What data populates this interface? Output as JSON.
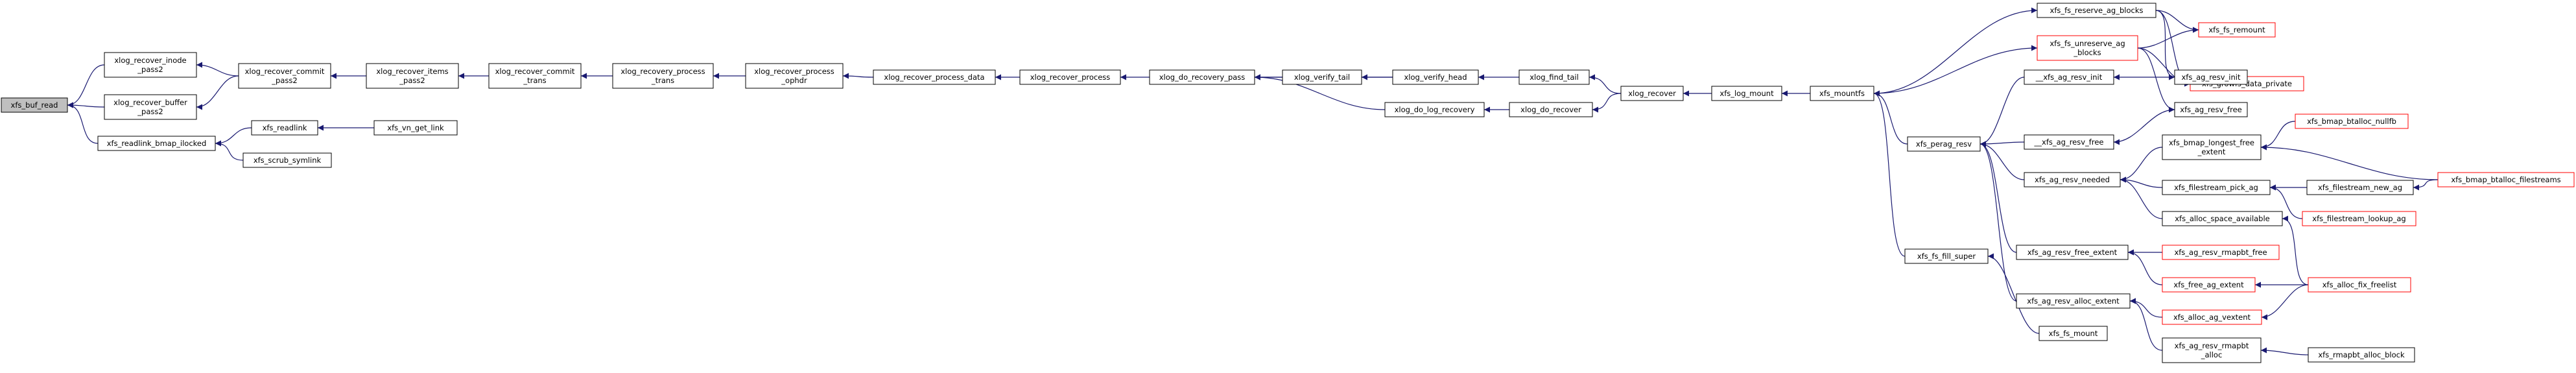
{
  "graph": {
    "nodes": [
      {
        "id": "xfs_buf_read",
        "lines": [
          "xfs_buf_read"
        ],
        "root": true
      },
      {
        "id": "xlog_recover_inode_pass2",
        "lines": [
          "xlog_recover_inode",
          "_pass2"
        ]
      },
      {
        "id": "xlog_recover_buffer_pass2",
        "lines": [
          "xlog_recover_buffer",
          "_pass2"
        ]
      },
      {
        "id": "xfs_readlink_bmap_ilocked",
        "lines": [
          "xfs_readlink_bmap_ilocked"
        ]
      },
      {
        "id": "xlog_recover_commit_pass2",
        "lines": [
          "xlog_recover_commit",
          "_pass2"
        ]
      },
      {
        "id": "xfs_readlink",
        "lines": [
          "xfs_readlink"
        ]
      },
      {
        "id": "xfs_scrub_symlink",
        "lines": [
          "xfs_scrub_symlink"
        ]
      },
      {
        "id": "xlog_recover_items_pass2",
        "lines": [
          "xlog_recover_items",
          "_pass2"
        ]
      },
      {
        "id": "xfs_vn_get_link",
        "lines": [
          "xfs_vn_get_link"
        ]
      },
      {
        "id": "xlog_recover_commit_trans",
        "lines": [
          "xlog_recover_commit",
          "_trans"
        ]
      },
      {
        "id": "xlog_recovery_process_trans",
        "lines": [
          "xlog_recovery_process",
          "_trans"
        ]
      },
      {
        "id": "xlog_recover_process_ophdr",
        "lines": [
          "xlog_recover_process",
          "_ophdr"
        ]
      },
      {
        "id": "xlog_recover_process_data",
        "lines": [
          "xlog_recover_process_data"
        ]
      },
      {
        "id": "xlog_recover_process",
        "lines": [
          "xlog_recover_process"
        ]
      },
      {
        "id": "xlog_do_recovery_pass",
        "lines": [
          "xlog_do_recovery_pass"
        ]
      },
      {
        "id": "xlog_verify_tail",
        "lines": [
          "xlog_verify_tail"
        ]
      },
      {
        "id": "xlog_verify_head",
        "lines": [
          "xlog_verify_head"
        ]
      },
      {
        "id": "xlog_do_log_recovery",
        "lines": [
          "xlog_do_log_recovery"
        ]
      },
      {
        "id": "xlog_find_tail",
        "lines": [
          "xlog_find_tail"
        ]
      },
      {
        "id": "xlog_do_recover",
        "lines": [
          "xlog_do_recover"
        ]
      },
      {
        "id": "xlog_recover",
        "lines": [
          "xlog_recover"
        ]
      },
      {
        "id": "xfs_log_mount",
        "lines": [
          "xfs_log_mount"
        ]
      },
      {
        "id": "xfs_mountfs",
        "lines": [
          "xfs_mountfs"
        ]
      },
      {
        "id": "xfs_fs_reserve_ag_blocks",
        "lines": [
          "xfs_fs_reserve_ag_blocks"
        ]
      },
      {
        "id": "xfs_fs_remount",
        "lines": [
          "xfs_fs_remount"
        ],
        "red": true
      },
      {
        "id": "xfs_fs_unreserve_ag_blocks",
        "lines": [
          "xfs_fs_unreserve_ag",
          "_blocks"
        ],
        "red": true
      },
      {
        "id": "xfs_growfs_data_private",
        "lines": [
          "xfs_growfs_data_private"
        ],
        "red": true
      },
      {
        "id": "__xfs_ag_resv_init",
        "lines": [
          "__xfs_ag_resv_init"
        ]
      },
      {
        "id": "xfs_ag_resv_init",
        "lines": [
          "xfs_ag_resv_init"
        ]
      },
      {
        "id": "xfs_perag_resv",
        "lines": [
          "xfs_perag_resv"
        ]
      },
      {
        "id": "__xfs_ag_resv_free",
        "lines": [
          "__xfs_ag_resv_free"
        ]
      },
      {
        "id": "xfs_ag_resv_free",
        "lines": [
          "xfs_ag_resv_free"
        ]
      },
      {
        "id": "xfs_ag_resv_needed",
        "lines": [
          "xfs_ag_resv_needed"
        ]
      },
      {
        "id": "xfs_bmap_longest_free_extent",
        "lines": [
          "xfs_bmap_longest_free",
          "_extent"
        ]
      },
      {
        "id": "xfs_bmap_btalloc_nullfb",
        "lines": [
          "xfs_bmap_btalloc_nullfb"
        ],
        "red": true
      },
      {
        "id": "xfs_bmap_btalloc_filestreams",
        "lines": [
          "xfs_bmap_btalloc_filestreams"
        ],
        "red": true
      },
      {
        "id": "xfs_filestream_pick_ag",
        "lines": [
          "xfs_filestream_pick_ag"
        ]
      },
      {
        "id": "xfs_filestream_new_ag",
        "lines": [
          "xfs_filestream_new_ag"
        ]
      },
      {
        "id": "xfs_filestream_lookup_ag",
        "lines": [
          "xfs_filestream_lookup_ag"
        ],
        "red": true
      },
      {
        "id": "xfs_alloc_space_available",
        "lines": [
          "xfs_alloc_space_available"
        ]
      },
      {
        "id": "xfs_fs_fill_super",
        "lines": [
          "xfs_fs_fill_super"
        ]
      },
      {
        "id": "xfs_ag_resv_free_extent",
        "lines": [
          "xfs_ag_resv_free_extent"
        ]
      },
      {
        "id": "xfs_ag_resv_rmapbt_free",
        "lines": [
          "xfs_ag_resv_rmapbt_free"
        ],
        "red": true
      },
      {
        "id": "xfs_free_ag_extent",
        "lines": [
          "xfs_free_ag_extent"
        ],
        "red": true
      },
      {
        "id": "xfs_alloc_fix_freelist",
        "lines": [
          "xfs_alloc_fix_freelist"
        ],
        "red": true
      },
      {
        "id": "xfs_ag_resv_alloc_extent",
        "lines": [
          "xfs_ag_resv_alloc_extent"
        ]
      },
      {
        "id": "xfs_alloc_ag_vextent",
        "lines": [
          "xfs_alloc_ag_vextent"
        ],
        "red": true
      },
      {
        "id": "xfs_fs_mount",
        "lines": [
          "xfs_fs_mount"
        ]
      },
      {
        "id": "xfs_ag_resv_rmapbt_alloc",
        "lines": [
          "xfs_ag_resv_rmapbt",
          "_alloc"
        ]
      },
      {
        "id": "xfs_rmapbt_alloc_block",
        "lines": [
          "xfs_rmapbt_alloc_block"
        ]
      }
    ],
    "edges": [
      [
        "xlog_recover_inode_pass2",
        "xfs_buf_read"
      ],
      [
        "xlog_recover_buffer_pass2",
        "xfs_buf_read"
      ],
      [
        "xfs_readlink_bmap_ilocked",
        "xfs_buf_read"
      ],
      [
        "xlog_recover_commit_pass2",
        "xlog_recover_inode_pass2"
      ],
      [
        "xlog_recover_commit_pass2",
        "xlog_recover_buffer_pass2"
      ],
      [
        "xfs_readlink",
        "xfs_readlink_bmap_ilocked"
      ],
      [
        "xfs_scrub_symlink",
        "xfs_readlink_bmap_ilocked"
      ],
      [
        "xlog_recover_items_pass2",
        "xlog_recover_commit_pass2"
      ],
      [
        "xfs_vn_get_link",
        "xfs_readlink"
      ],
      [
        "xlog_recover_commit_trans",
        "xlog_recover_items_pass2"
      ],
      [
        "xlog_recovery_process_trans",
        "xlog_recover_commit_trans"
      ],
      [
        "xlog_recover_process_ophdr",
        "xlog_recovery_process_trans"
      ],
      [
        "xlog_recover_process_data",
        "xlog_recover_process_ophdr"
      ],
      [
        "xlog_recover_process",
        "xlog_recover_process_data"
      ],
      [
        "xlog_do_recovery_pass",
        "xlog_recover_process"
      ],
      [
        "xlog_verify_tail",
        "xlog_do_recovery_pass"
      ],
      [
        "xlog_verify_head",
        "xlog_do_recovery_pass"
      ],
      [
        "xlog_do_log_recovery",
        "xlog_do_recovery_pass"
      ],
      [
        "xlog_verify_head",
        "xlog_verify_tail"
      ],
      [
        "xlog_find_tail",
        "xlog_verify_head"
      ],
      [
        "xlog_do_recover",
        "xlog_do_log_recovery"
      ],
      [
        "xlog_recover",
        "xlog_find_tail"
      ],
      [
        "xlog_recover",
        "xlog_do_recover"
      ],
      [
        "xfs_log_mount",
        "xlog_recover"
      ],
      [
        "xfs_mountfs",
        "xfs_log_mount"
      ],
      [
        "xfs_mountfs",
        "xfs_fs_reserve_ag_blocks"
      ],
      [
        "xfs_fs_reserve_ag_blocks",
        "xfs_fs_remount"
      ],
      [
        "xfs_fs_reserve_ag_blocks",
        "xfs_growfs_data_private"
      ],
      [
        "xfs_fs_unreserve_ag_blocks",
        "xfs_fs_remount"
      ],
      [
        "xfs_fs_unreserve_ag_blocks",
        "xfs_growfs_data_private"
      ],
      [
        "xfs_fs_reserve_ag_blocks",
        "xfs_ag_resv_init"
      ],
      [
        "xfs_fs_unreserve_ag_blocks",
        "xfs_ag_resv_free"
      ],
      [
        "xfs_mountfs",
        "xfs_fs_unreserve_ag_blocks"
      ],
      [
        "xfs_ag_resv_init",
        "__xfs_ag_resv_init"
      ],
      [
        "xfs_ag_resv_free",
        "__xfs_ag_resv_free"
      ],
      [
        "__xfs_ag_resv_init",
        "xfs_perag_resv"
      ],
      [
        "__xfs_ag_resv_free",
        "xfs_perag_resv"
      ],
      [
        "xfs_ag_resv_needed",
        "xfs_perag_resv"
      ],
      [
        "xfs_ag_resv_free_extent",
        "xfs_perag_resv"
      ],
      [
        "xfs_ag_resv_alloc_extent",
        "xfs_perag_resv"
      ],
      [
        "xfs_perag_resv",
        "xfs_mountfs"
      ],
      [
        "xfs_fs_fill_super",
        "xfs_mountfs"
      ],
      [
        "xfs_fs_mount",
        "xfs_fs_fill_super"
      ],
      [
        "xfs_bmap_longest_free_extent",
        "xfs_ag_resv_needed"
      ],
      [
        "xfs_filestream_pick_ag",
        "xfs_ag_resv_needed"
      ],
      [
        "xfs_alloc_space_available",
        "xfs_ag_resv_needed"
      ],
      [
        "xfs_bmap_btalloc_nullfb",
        "xfs_bmap_longest_free_extent"
      ],
      [
        "xfs_bmap_btalloc_filestreams",
        "xfs_bmap_longest_free_extent"
      ],
      [
        "xfs_filestream_new_ag",
        "xfs_filestream_pick_ag"
      ],
      [
        "xfs_filestream_lookup_ag",
        "xfs_filestream_pick_ag"
      ],
      [
        "xfs_bmap_btalloc_filestreams",
        "xfs_filestream_new_ag"
      ],
      [
        "xfs_alloc_fix_freelist",
        "xfs_alloc_space_available"
      ],
      [
        "xfs_ag_resv_rmapbt_free",
        "xfs_ag_resv_free_extent"
      ],
      [
        "xfs_free_ag_extent",
        "xfs_ag_resv_free_extent"
      ],
      [
        "xfs_alloc_fix_freelist",
        "xfs_free_ag_extent"
      ],
      [
        "xfs_alloc_ag_vextent",
        "xfs_ag_resv_alloc_extent"
      ],
      [
        "xfs_ag_resv_rmapbt_alloc",
        "xfs_ag_resv_alloc_extent"
      ],
      [
        "xfs_alloc_fix_freelist",
        "xfs_alloc_ag_vextent"
      ],
      [
        "xfs_rmapbt_alloc_block",
        "xfs_ag_resv_rmapbt_alloc"
      ]
    ],
    "colors": {
      "edge": "#191970",
      "node_border": "#000000",
      "node_border_truncated": "#ff0000",
      "root_fill": "#bfbfbf",
      "node_fill": "#ffffff"
    }
  }
}
